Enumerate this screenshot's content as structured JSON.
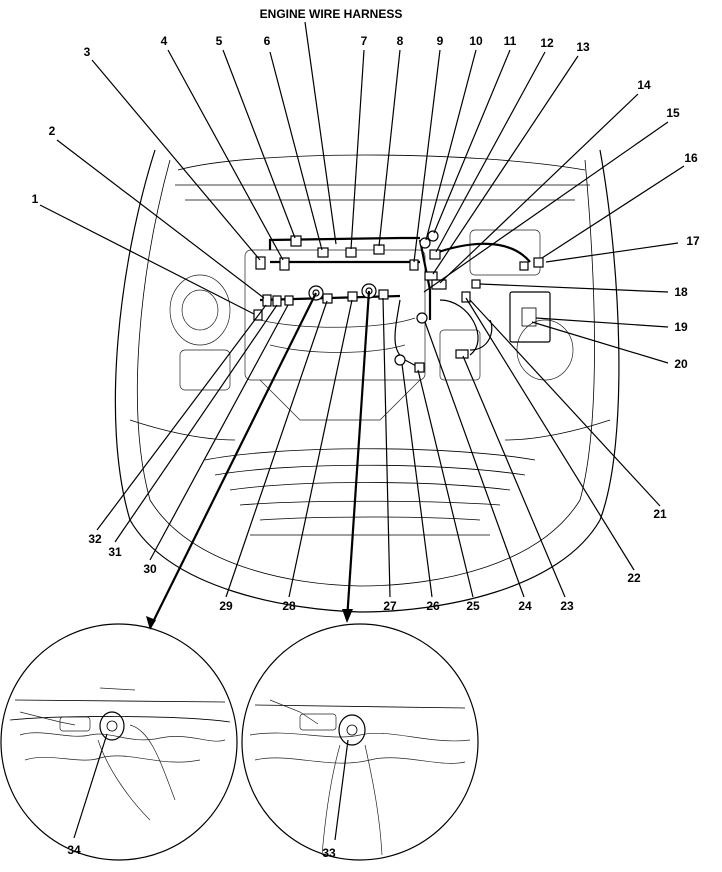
{
  "title": "ENGINE WIRE HARNESS",
  "callouts": [
    "1",
    "2",
    "3",
    "4",
    "5",
    "6",
    "7",
    "8",
    "9",
    "10",
    "11",
    "12",
    "13",
    "14",
    "15",
    "16",
    "17",
    "18",
    "19",
    "20",
    "21",
    "22",
    "23",
    "24",
    "25",
    "26",
    "27",
    "28",
    "29",
    "30",
    "31",
    "32",
    "33",
    "34"
  ]
}
